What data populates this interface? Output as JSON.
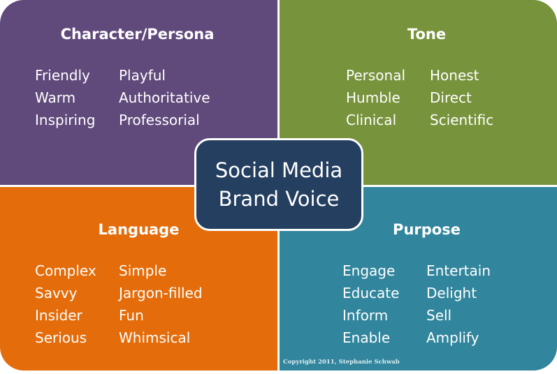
{
  "center": {
    "line1": "Social Media",
    "line2": "Brand Voice"
  },
  "quadrants": [
    {
      "title": "Character/Persona",
      "left": [
        "Friendly",
        "Warm",
        "Inspiring"
      ],
      "right": [
        "Playful",
        "Authoritative",
        "Professorial"
      ]
    },
    {
      "title": "Tone",
      "left": [
        "Personal",
        "Humble",
        "Clinical"
      ],
      "right": [
        "Honest",
        "Direct",
        "Scientific"
      ]
    },
    {
      "title": "Language",
      "left": [
        "Complex",
        "Savvy",
        "Insider",
        "Serious"
      ],
      "right": [
        "Simple",
        "Jargon-filled",
        "Fun",
        "Whimsical"
      ]
    },
    {
      "title": "Purpose",
      "left": [
        "Engage",
        "Educate",
        "Inform",
        "Enable"
      ],
      "right": [
        "Entertain",
        "Delight",
        "Sell",
        "Amplify"
      ]
    }
  ],
  "copyright": "Copyright 2011, Stephanie Schwab",
  "colors": {
    "character": "#604a7b",
    "tone": "#77933c",
    "language": "#e46c0a",
    "purpose": "#31859c",
    "center": "#243f60"
  }
}
